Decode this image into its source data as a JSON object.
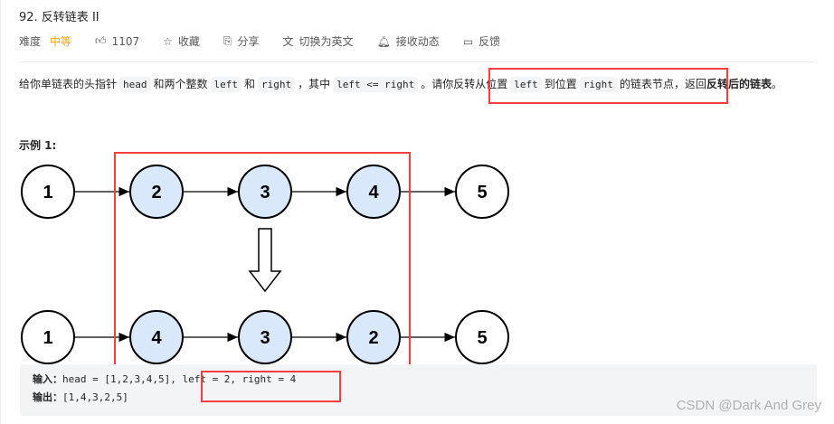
{
  "problem": {
    "title": "92. 反转链表 II",
    "difficulty_label": "难度",
    "difficulty": "中等",
    "difficulty_color": "#ffa116",
    "likes": "1107",
    "favorite": "收藏",
    "share": "分享",
    "translate": "切换为英文",
    "subscribe": "接收动态",
    "feedback": "反馈"
  },
  "description": {
    "p1": "给你单链表的头指针",
    "c1": "head",
    "p2": "和两个整数",
    "c2": "left",
    "p3": "和",
    "c3": "right",
    "p4": "，其中",
    "c4": "left <= right",
    "p5": "。请你反转从位置",
    "c5": "left",
    "p6": "到位置",
    "c6": "right",
    "p7": "的链表节点，返回",
    "b1": "反转后的链表",
    "p8": "。"
  },
  "example": {
    "label": "示例 1:",
    "before": [
      "1",
      "2",
      "3",
      "4",
      "5"
    ],
    "after": [
      "1",
      "4",
      "3",
      "2",
      "5"
    ],
    "input_label": "输入：",
    "input_a": "head = [1,2,3,4,5], ",
    "input_b": "left = 2, right = 4",
    "output_label": "输出：",
    "output": "[1,4,3,2,5]"
  },
  "colors": {
    "highlight_box": "#f33f3f",
    "node_fill_highlight": "#dae8fc"
  },
  "watermark": "CSDN @Dark And Grey"
}
